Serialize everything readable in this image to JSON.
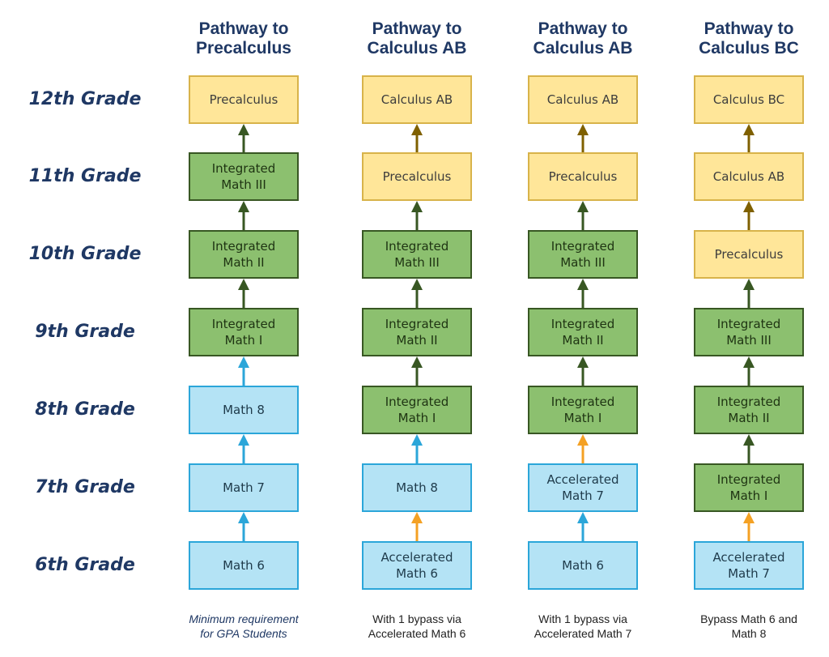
{
  "colors": {
    "title": "#1f3864",
    "yellow_fill": "#ffe699",
    "yellow_border": "#d8b34a",
    "green_fill": "#8cc06f",
    "green_border": "#385723",
    "blue_fill": "#b4e3f5",
    "blue_border": "#2ba6d9",
    "arrow_darkgreen": "#385723",
    "arrow_brown": "#7f6000",
    "arrow_blue": "#2ba6d9",
    "arrow_orange": "#f4a124"
  },
  "grades": [
    "12th Grade",
    "11th Grade",
    "10th Grade",
    "9th Grade",
    "8th Grade",
    "7th Grade",
    "6th Grade"
  ],
  "pathways": [
    {
      "title": [
        "Pathway to",
        "Precalculus"
      ],
      "note": [
        "Minimum requirement",
        "for GPA Students"
      ],
      "note_italic": true,
      "courses": [
        {
          "lines": [
            "Precalculus"
          ],
          "color": "yellow"
        },
        {
          "lines": [
            "Integrated",
            "Math III"
          ],
          "color": "green"
        },
        {
          "lines": [
            "Integrated",
            "Math II"
          ],
          "color": "green"
        },
        {
          "lines": [
            "Integrated",
            "Math I"
          ],
          "color": "green"
        },
        {
          "lines": [
            "Math 8"
          ],
          "color": "blue"
        },
        {
          "lines": [
            "Math 7"
          ],
          "color": "blue"
        },
        {
          "lines": [
            "Math 6"
          ],
          "color": "blue"
        }
      ],
      "arrows": [
        "darkgreen",
        "darkgreen",
        "darkgreen",
        "blue",
        "blue",
        "blue"
      ]
    },
    {
      "title": [
        "Pathway to",
        "Calculus AB"
      ],
      "note": [
        "With 1 bypass via",
        "Accelerated Math 6"
      ],
      "note_italic": false,
      "courses": [
        {
          "lines": [
            "Calculus AB"
          ],
          "color": "yellow"
        },
        {
          "lines": [
            "Precalculus"
          ],
          "color": "yellow"
        },
        {
          "lines": [
            "Integrated",
            "Math III"
          ],
          "color": "green"
        },
        {
          "lines": [
            "Integrated",
            "Math II"
          ],
          "color": "green"
        },
        {
          "lines": [
            "Integrated",
            "Math I"
          ],
          "color": "green"
        },
        {
          "lines": [
            "Math 8"
          ],
          "color": "blue"
        },
        {
          "lines": [
            "Accelerated",
            "Math 6"
          ],
          "color": "blue"
        }
      ],
      "arrows": [
        "brown",
        "darkgreen",
        "darkgreen",
        "darkgreen",
        "blue",
        "orange"
      ]
    },
    {
      "title": [
        "Pathway to",
        "Calculus AB"
      ],
      "note": [
        "With 1 bypass via",
        "Accelerated Math 7"
      ],
      "note_italic": false,
      "courses": [
        {
          "lines": [
            "Calculus AB"
          ],
          "color": "yellow"
        },
        {
          "lines": [
            "Precalculus"
          ],
          "color": "yellow"
        },
        {
          "lines": [
            "Integrated",
            "Math III"
          ],
          "color": "green"
        },
        {
          "lines": [
            "Integrated",
            "Math II"
          ],
          "color": "green"
        },
        {
          "lines": [
            "Integrated",
            "Math I"
          ],
          "color": "green"
        },
        {
          "lines": [
            "Accelerated",
            "Math 7"
          ],
          "color": "blue"
        },
        {
          "lines": [
            "Math 6"
          ],
          "color": "blue"
        }
      ],
      "arrows": [
        "brown",
        "darkgreen",
        "darkgreen",
        "darkgreen",
        "orange",
        "blue"
      ]
    },
    {
      "title": [
        "Pathway to",
        "Calculus BC"
      ],
      "note": [
        "Bypass Math 6 and",
        "Math 8"
      ],
      "note_italic": false,
      "courses": [
        {
          "lines": [
            "Calculus BC"
          ],
          "color": "yellow"
        },
        {
          "lines": [
            "Calculus AB"
          ],
          "color": "yellow"
        },
        {
          "lines": [
            "Precalculus"
          ],
          "color": "yellow"
        },
        {
          "lines": [
            "Integrated",
            "Math III"
          ],
          "color": "green"
        },
        {
          "lines": [
            "Integrated",
            "Math II"
          ],
          "color": "green"
        },
        {
          "lines": [
            "Integrated",
            "Math I"
          ],
          "color": "green"
        },
        {
          "lines": [
            "Accelerated",
            "Math 7"
          ],
          "color": "blue"
        }
      ],
      "arrows": [
        "brown",
        "brown",
        "darkgreen",
        "darkgreen",
        "darkgreen",
        "orange"
      ]
    }
  ]
}
